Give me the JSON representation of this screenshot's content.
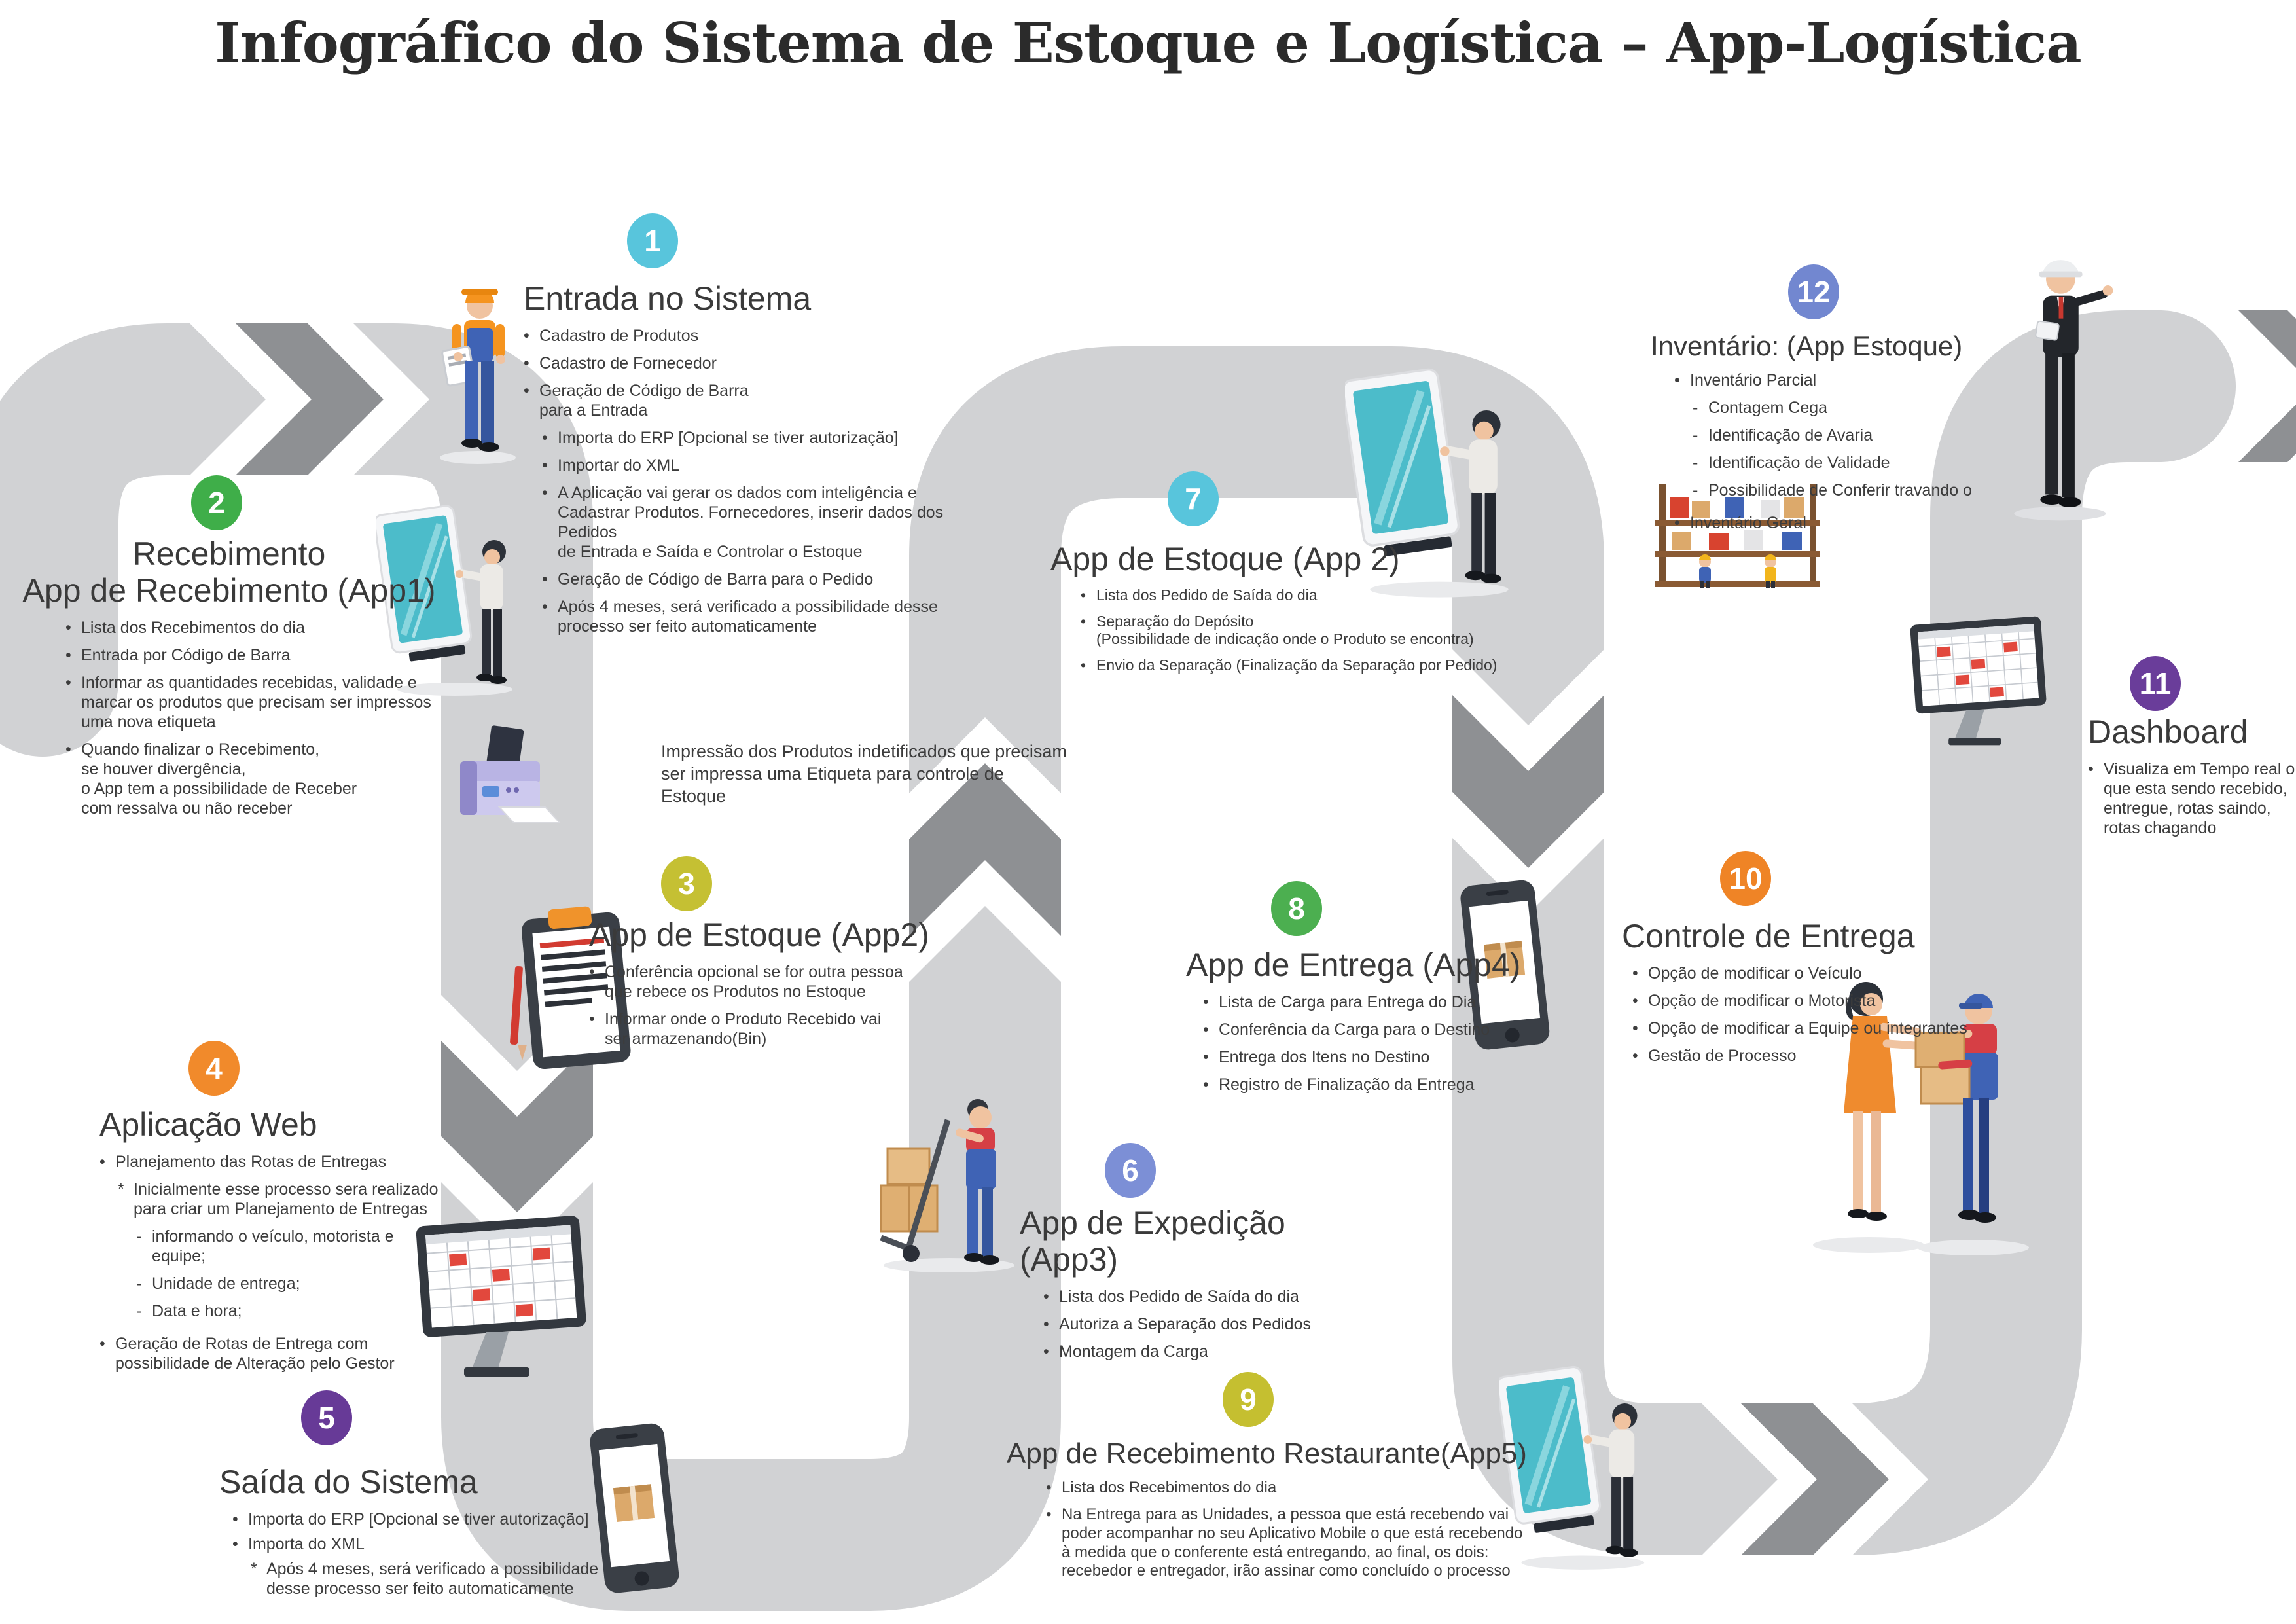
{
  "title": "Infográfico do Sistema de Estoque e Logística – App-Logística",
  "printer_note": "Impressão dos Produtos indetificados que precisam\nser impressa uma Etiqueta para controle de Estoque",
  "palette": {
    "road": "#d1d2d4",
    "chevron_dark": "#8e9093",
    "background": "#ffffff"
  },
  "icons": {
    "step1": "construction-worker-clipboard-illustration",
    "step2": "kiosk-screen-person-illustration",
    "printer": "label-printer-illustration",
    "step3": "checklist-clipboard-illustration",
    "step4": "schedule-monitor-illustration",
    "step5": "smartphone-package-illustration",
    "step6": "hand-truck-worker-illustration",
    "step7": "kiosk-screen-person-illustration",
    "step8": "smartphone-package-illustration",
    "step9": "kiosk-screen-person-illustration",
    "step10": "delivery-handoff-illustration",
    "step11": "dashboard-monitor-illustration",
    "step12": "warehouse-shelves-illustration",
    "exit": "manager-helmet-pointing-illustration"
  },
  "sections": [
    {
      "num": "1",
      "badge_color": "#58c5dc",
      "title": "Entrada no Sistema",
      "items": [
        {
          "m": "•",
          "i": 0,
          "t": "Cadastro de Produtos"
        },
        {
          "m": "•",
          "i": 0,
          "t": "Cadastro de Fornecedor"
        },
        {
          "m": "•",
          "i": 0,
          "t": "Geração de Código de Barra\npara a Entrada"
        },
        {
          "m": "•",
          "i": 1,
          "t": "Importa do ERP [Opcional se tiver autorização]"
        },
        {
          "m": "•",
          "i": 1,
          "t": "Importar do XML"
        },
        {
          "m": "•",
          "i": 1,
          "t": "A Aplicação vai gerar os dados com inteligência e\nCadastrar Produtos. Fornecedores, inserir dados dos Pedidos\nde Entrada e Saída e Controlar o Estoque"
        },
        {
          "m": "•",
          "i": 1,
          "t": "Geração de Código de Barra para o Pedido"
        },
        {
          "m": "•",
          "i": 1,
          "t": "Após 4 meses, será verificado a possibilidade desse\nprocesso ser feito automaticamente"
        }
      ]
    },
    {
      "num": "2",
      "badge_color": "#3fae49",
      "title": "Recebimento\nApp de Recebimento (App1)",
      "items": [
        {
          "m": "•",
          "i": 0,
          "t": "Lista dos Recebimentos do dia"
        },
        {
          "m": "•",
          "i": 0,
          "t": "Entrada por Código de Barra"
        },
        {
          "m": "•",
          "i": 0,
          "t": "Informar as quantidades recebidas, validade e\nmarcar os produtos que precisam ser impressos\numa nova etiqueta"
        },
        {
          "m": "•",
          "i": 0,
          "t": "Quando finalizar o Recebimento,\nse houver divergência,\no App tem a possibilidade de Receber\ncom ressalva ou não receber"
        }
      ]
    },
    {
      "num": "3",
      "badge_color": "#c5c033",
      "title": "App de Estoque (App2)",
      "items": [
        {
          "m": "•",
          "i": 0,
          "t": "Conferência opcional se for outra pessoa\nque rebece os Produtos no Estoque"
        },
        {
          "m": "•",
          "i": 0,
          "t": "Informar onde o Produto Recebido vai\nser armazenando(Bin)"
        }
      ]
    },
    {
      "num": "4",
      "badge_color": "#f18a2b",
      "title": "Aplicação Web",
      "items": [
        {
          "m": "•",
          "i": 0,
          "t": "Planejamento das Rotas de Entregas"
        },
        {
          "m": "*",
          "i": 1,
          "t": "Inicialmente esse processo sera realizado\npara criar um Planejamento de Entregas"
        },
        {
          "m": "-",
          "i": 2,
          "t": "informando o veículo, motorista e\nequipe;"
        },
        {
          "m": "-",
          "i": 2,
          "t": "Unidade de entrega;"
        },
        {
          "m": "-",
          "i": 2,
          "t": "Data e hora;"
        },
        {
          "m": "•",
          "i": 0,
          "gap": 1,
          "t": "Geração de Rotas de Entrega com\npossibilidade de Alteração pelo Gestor"
        }
      ]
    },
    {
      "num": "5",
      "badge_color": "#673a97",
      "title": "Saída do Sistema",
      "items": [
        {
          "m": "•",
          "i": 0,
          "t": "Importa do ERP [Opcional se tiver autorização]"
        },
        {
          "m": "•",
          "i": 0,
          "t": "Importa do XML"
        },
        {
          "m": "*",
          "i": 1,
          "t": "Após 4 meses, será verificado a possibilidade\ndesse processo ser feito automaticamente"
        }
      ]
    },
    {
      "num": "6",
      "badge_color": "#7c8fd6",
      "title": "App de Expedição (App3)",
      "items": [
        {
          "m": "•",
          "i": 0,
          "t": "Lista dos Pedido de Saída do dia"
        },
        {
          "m": "•",
          "i": 0,
          "t": "Autoriza a Separação dos Pedidos"
        },
        {
          "m": "•",
          "i": 0,
          "t": "Montagem da Carga"
        }
      ]
    },
    {
      "num": "7",
      "badge_color": "#58c5dc",
      "title": "App de Estoque (App 2)",
      "items": [
        {
          "m": "•",
          "i": 0,
          "t": "Lista dos Pedido de Saída do dia"
        },
        {
          "m": "•",
          "i": 0,
          "t": "Separação do Depósito\n(Possibilidade de indicação onde o Produto se encontra)"
        },
        {
          "m": "•",
          "i": 0,
          "t": "Envio da Separação (Finalização da Separação por Pedido)"
        }
      ]
    },
    {
      "num": "8",
      "badge_color": "#4caf50",
      "title": "App de Entrega (App4)",
      "items": [
        {
          "m": "•",
          "i": 0,
          "t": "Lista de Carga para Entrega do Dia"
        },
        {
          "m": "•",
          "i": 0,
          "t": "Conferência da Carga para o Destino"
        },
        {
          "m": "•",
          "i": 0,
          "t": "Entrega dos Itens no Destino"
        },
        {
          "m": "•",
          "i": 0,
          "t": "Registro de Finalização da Entrega"
        }
      ]
    },
    {
      "num": "9",
      "badge_color": "#c5bf30",
      "title": "App de Recebimento Restaurante(App5)",
      "items": [
        {
          "m": "•",
          "i": 0,
          "t": "Lista dos Recebimentos do dia"
        },
        {
          "m": "•",
          "i": 0,
          "t": "Na Entrega para as Unidades, a pessoa que está recebendo vai\npoder acompanhar no seu Aplicativo Mobile o que está recebendo\nà medida que o conferente está entregando, ao final, os dois:\nrecebedor e entregador, irão assinar como concluído o processo"
        }
      ]
    },
    {
      "num": "10",
      "badge_color": "#ef8426",
      "title": "Controle de Entrega",
      "items": [
        {
          "m": "•",
          "i": 0,
          "t": "Opção de modificar o Veículo"
        },
        {
          "m": "•",
          "i": 0,
          "t": "Opção de modificar o Motorista"
        },
        {
          "m": "•",
          "i": 0,
          "t": "Opção de modificar a Equipe ou integrantes"
        },
        {
          "m": "•",
          "i": 0,
          "t": "Gestão de Processo"
        }
      ]
    },
    {
      "num": "11",
      "badge_color": "#6a3d9a",
      "title": "Dashboard",
      "items": [
        {
          "m": "•",
          "i": 0,
          "t": "Visualiza em Tempo real o\nque esta sendo recebido,\nentregue, rotas saindo,\nrotas chagando"
        }
      ]
    },
    {
      "num": "12",
      "badge_color": "#7287d0",
      "title": "Inventário: (App Estoque)",
      "items": [
        {
          "m": "•",
          "i": 0,
          "t": "Inventário Parcial"
        },
        {
          "m": "-",
          "i": 1,
          "t": "Contagem Cega"
        },
        {
          "m": "-",
          "i": 1,
          "t": "Identificação de Avaria"
        },
        {
          "m": "-",
          "i": 1,
          "t": "Identificação de Validade"
        },
        {
          "m": "-",
          "i": 1,
          "t": "Possibilidade de Conferir travando o"
        },
        {
          "m": "•",
          "i": 0,
          "gap": 1,
          "t": "Inventário Geral"
        }
      ]
    }
  ]
}
